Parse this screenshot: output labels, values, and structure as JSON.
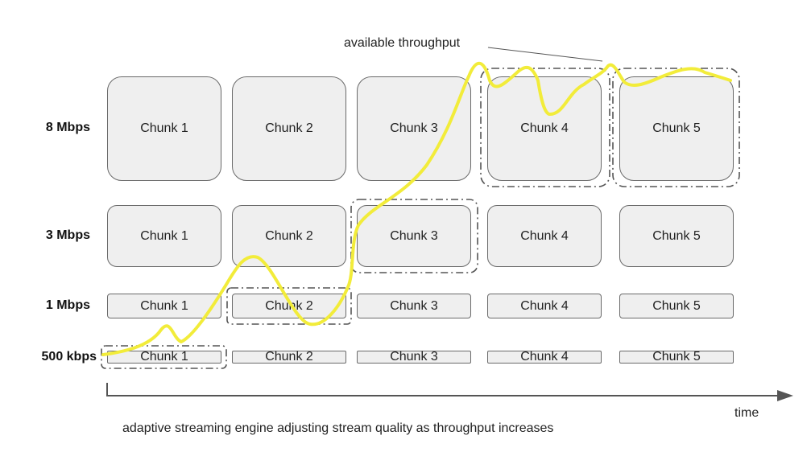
{
  "rows": [
    {
      "label": "8 Mbps",
      "chunks": [
        "Chunk 1",
        "Chunk 2",
        "Chunk 3",
        "Chunk 4",
        "Chunk 5"
      ]
    },
    {
      "label": "3 Mbps",
      "chunks": [
        "Chunk 1",
        "Chunk 2",
        "Chunk 3",
        "Chunk 4",
        "Chunk 5"
      ]
    },
    {
      "label": "1 Mbps",
      "chunks": [
        "Chunk 1",
        "Chunk 2",
        "Chunk 3",
        "Chunk 4",
        "Chunk 5"
      ]
    },
    {
      "label": "500 kbps",
      "chunks": [
        "Chunk 1",
        "Chunk 2",
        "Chunk 3",
        "Chunk 4",
        "Chunk 5"
      ]
    }
  ],
  "annotations": {
    "throughput_label": "available throughput",
    "time_label": "time",
    "caption": "adaptive streaming engine adjusting stream quality as throughput increases"
  },
  "colors": {
    "throughput_line": "#f2ec3a",
    "chunk_fill": "#efefef",
    "chunk_border": "#6a6a6a",
    "selection_border": "#555555",
    "time_arrow": "#555555"
  },
  "selected_bitrate_per_chunk": [
    "500 kbps",
    "1 Mbps",
    "3 Mbps",
    "8 Mbps",
    "8 Mbps"
  ]
}
